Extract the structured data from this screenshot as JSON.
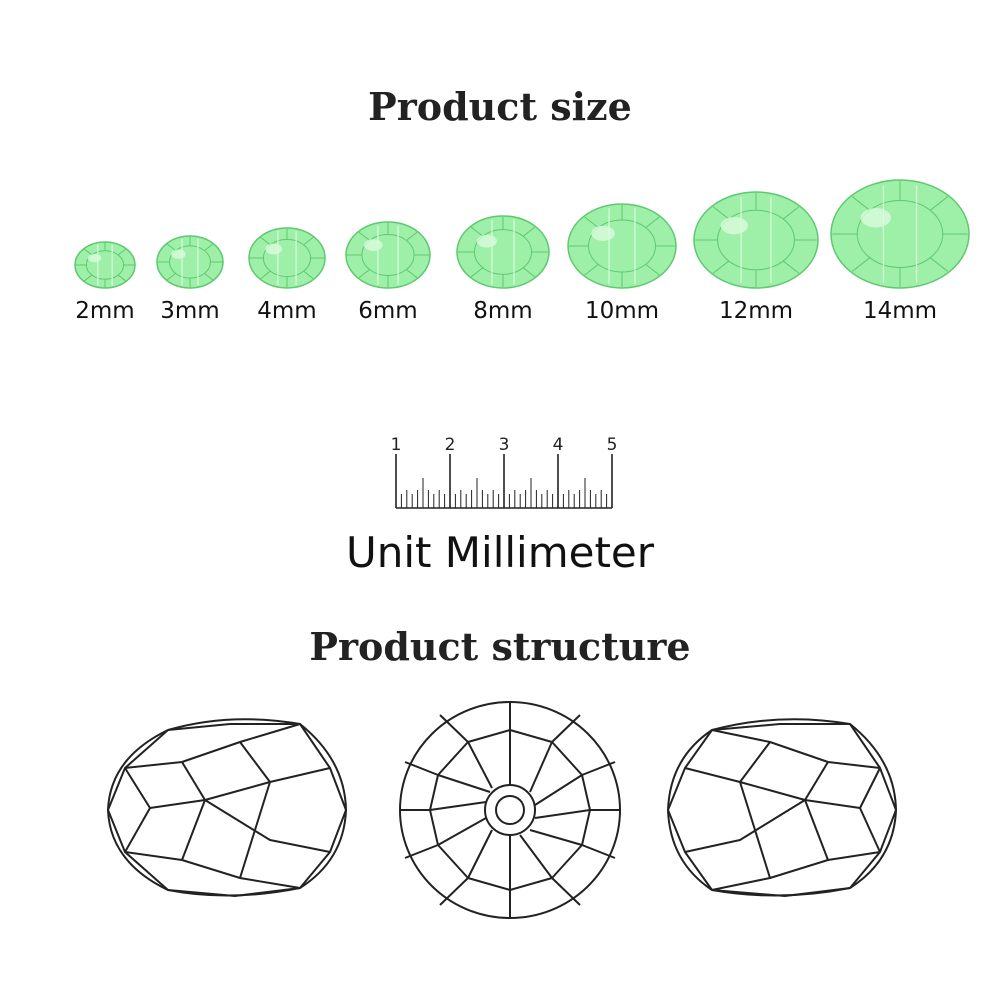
{
  "titles": {
    "size": "Product size",
    "structure": "Product structure"
  },
  "beads": [
    {
      "label": "2mm",
      "size_mm": 2
    },
    {
      "label": "3mm",
      "size_mm": 3
    },
    {
      "label": "4mm",
      "size_mm": 4
    },
    {
      "label": "6mm",
      "size_mm": 6
    },
    {
      "label": "8mm",
      "size_mm": 8
    },
    {
      "label": "10mm",
      "size_mm": 10
    },
    {
      "label": "12mm",
      "size_mm": 12
    },
    {
      "label": "14mm",
      "size_mm": 14
    }
  ],
  "ruler": {
    "numbers": [
      "1",
      "2",
      "3",
      "4",
      "5"
    ]
  },
  "unit_caption": "Unit Millimeter",
  "colors": {
    "bead_fill": "#9ef0a8",
    "bead_edge": "#5fc870",
    "bead_facet": "#d9fbdc",
    "line": "#222222"
  }
}
